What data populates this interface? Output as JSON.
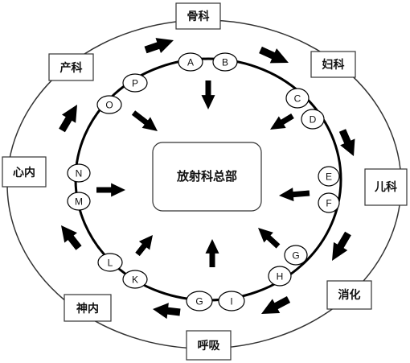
{
  "center": {
    "label": "放射科总部"
  },
  "departments": [
    {
      "key": "guke",
      "label": "骨科"
    },
    {
      "key": "fuke",
      "label": "妇科"
    },
    {
      "key": "erke",
      "label": "儿科"
    },
    {
      "key": "xiaohua",
      "label": "消化"
    },
    {
      "key": "huxi",
      "label": "呼吸"
    },
    {
      "key": "shennei",
      "label": "神内"
    },
    {
      "key": "xinnei",
      "label": "心内"
    },
    {
      "key": "chanke",
      "label": "产科"
    }
  ],
  "nodes": [
    {
      "key": "A",
      "label": "A"
    },
    {
      "key": "B",
      "label": "B"
    },
    {
      "key": "C",
      "label": "C"
    },
    {
      "key": "D",
      "label": "D"
    },
    {
      "key": "E",
      "label": "E"
    },
    {
      "key": "F",
      "label": "F"
    },
    {
      "key": "G1",
      "label": "G"
    },
    {
      "key": "H",
      "label": "H"
    },
    {
      "key": "I",
      "label": "I"
    },
    {
      "key": "G2",
      "label": "G"
    },
    {
      "key": "K",
      "label": "K"
    },
    {
      "key": "L",
      "label": "L"
    },
    {
      "key": "M",
      "label": "M"
    },
    {
      "key": "N",
      "label": "N"
    },
    {
      "key": "O",
      "label": "O"
    },
    {
      "key": "P",
      "label": "P"
    }
  ],
  "colors": {
    "stroke": "#111111",
    "fill": "#ffffff",
    "arrow": "#000000"
  }
}
